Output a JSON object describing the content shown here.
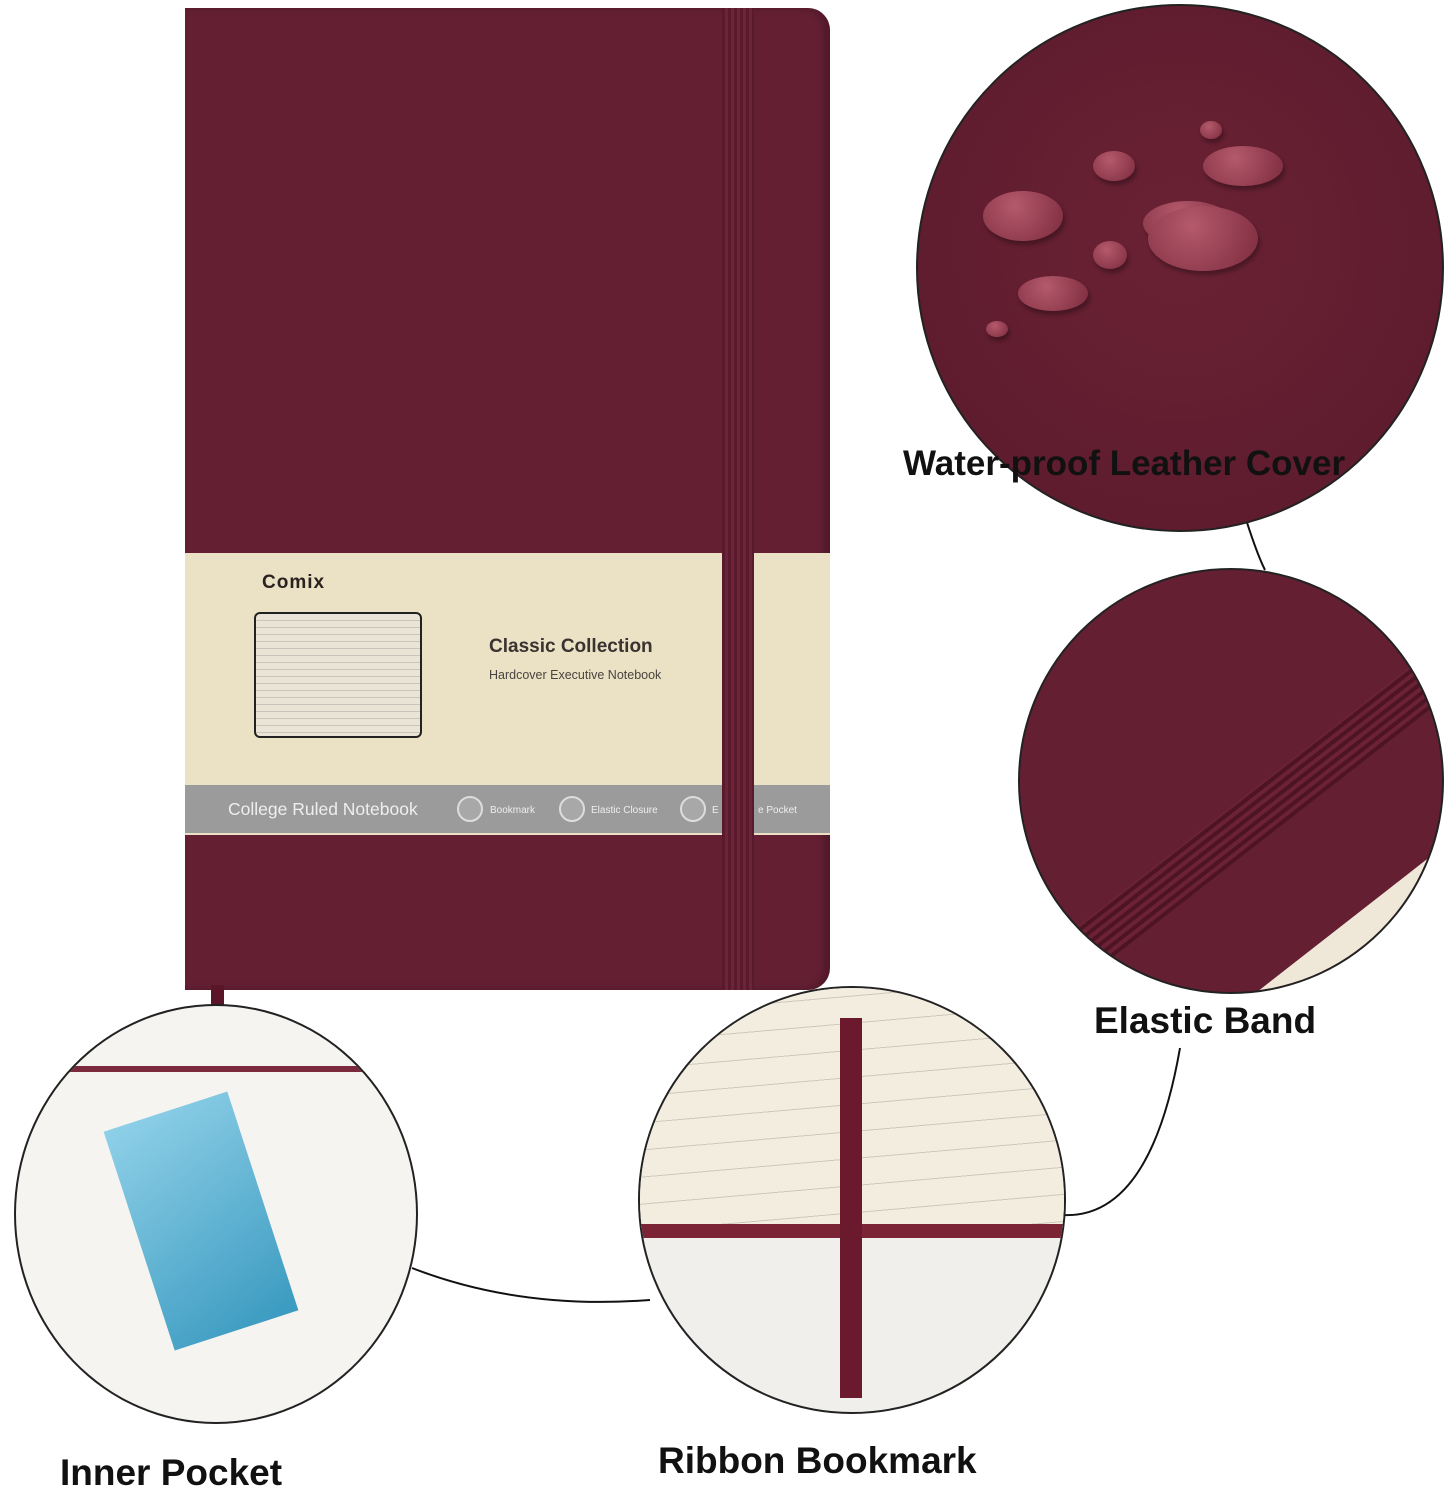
{
  "product": {
    "brand_logo": "Comix",
    "band_title": "Classic Collection",
    "band_subtitle": "Hardcover Executive Notebook",
    "ruling": "College Ruled Notebook",
    "features": [
      "Bookmark",
      "Elastic Closure",
      "E",
      "e Pocket"
    ],
    "cover_color": "#641f33"
  },
  "callouts": {
    "cover": "Water-proof Leather Cover",
    "elastic": "Elastic Band",
    "pocket": "Inner Pocket",
    "ribbon": "Ribbon Bookmark"
  }
}
